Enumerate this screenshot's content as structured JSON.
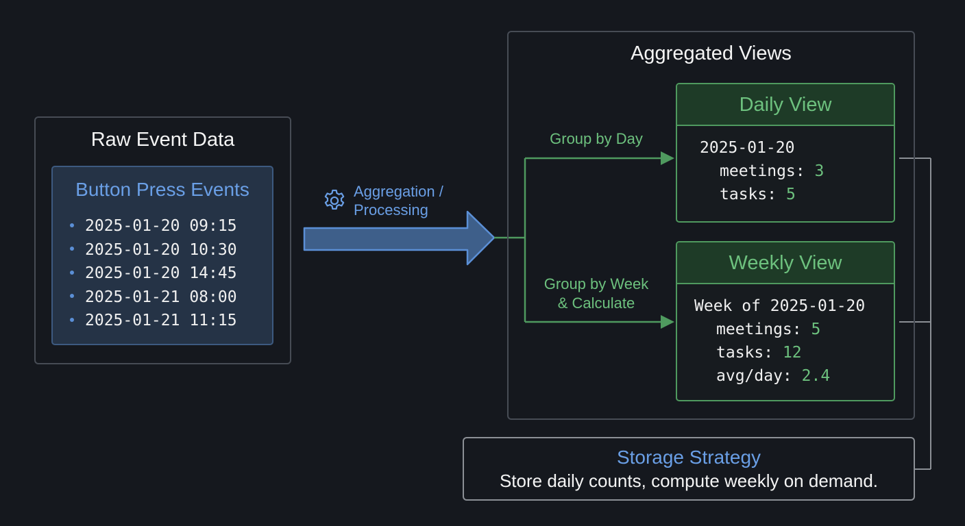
{
  "raw": {
    "title": "Raw Event Data",
    "events_title": "Button Press Events",
    "events": [
      "2025-01-20 09:15",
      "2025-01-20 10:30",
      "2025-01-20 14:45",
      "2025-01-21 08:00",
      "2025-01-21 11:15"
    ]
  },
  "process": {
    "label_line1": "Aggregation /",
    "label_line2": "Processing",
    "icon": "gear-icon"
  },
  "views": {
    "title": "Aggregated Views",
    "group_day": "Group by Day",
    "group_week_line1": "Group by Week",
    "group_week_line2": "& Calculate",
    "daily": {
      "title": "Daily View",
      "date": "2025-01-20",
      "meetings_label": "meetings:",
      "meetings_value": "3",
      "tasks_label": "tasks:",
      "tasks_value": "5"
    },
    "weekly": {
      "title": "Weekly View",
      "week": "Week of 2025-01-20",
      "meetings_label": "meetings:",
      "meetings_value": "5",
      "tasks_label": "tasks:",
      "tasks_value": "12",
      "avg_label": "avg/day:",
      "avg_value": "2.4"
    }
  },
  "storage": {
    "title": "Storage Strategy",
    "text": "Store daily counts, compute weekly on demand."
  },
  "colors": {
    "background": "#15181e",
    "blue_accent": "#6a9fe6",
    "green_accent": "#6dc17e",
    "panel_border": "#474c55"
  }
}
